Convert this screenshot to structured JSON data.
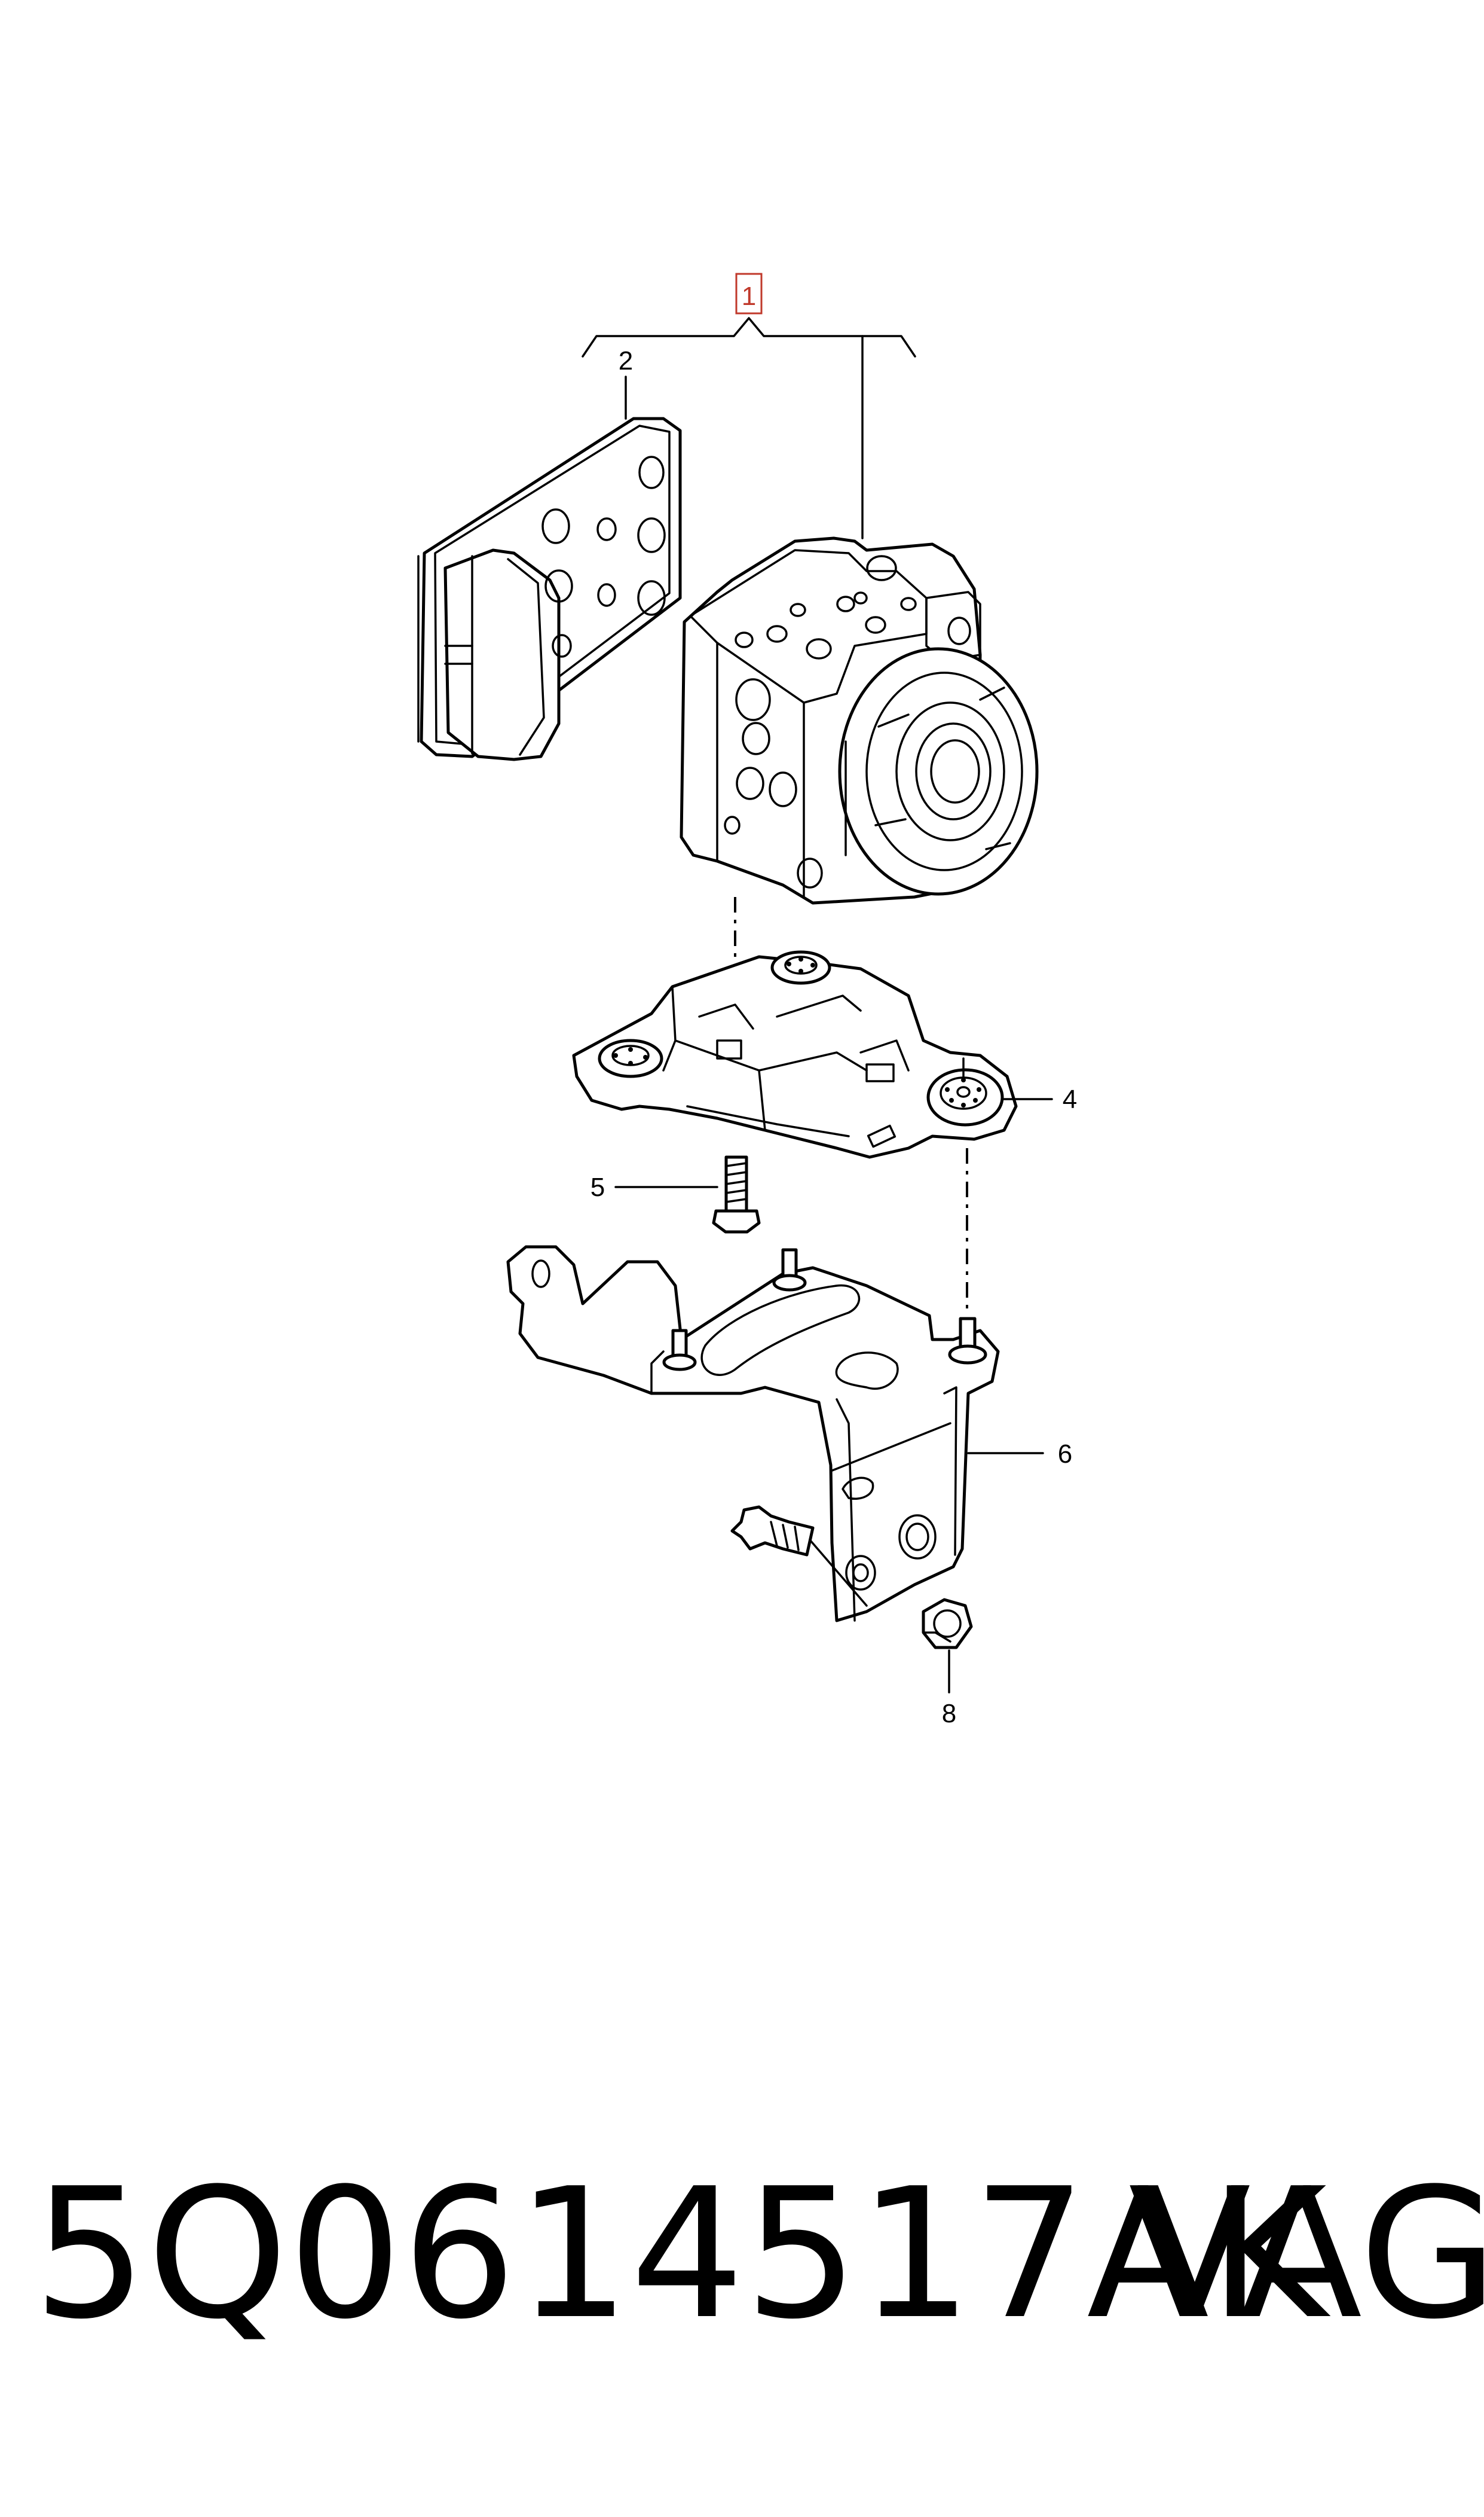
{
  "callouts": {
    "c1": "1",
    "c2": "2",
    "c4": "4",
    "c5": "5",
    "c6": "6",
    "c8": "8"
  },
  "footer": {
    "part_number": "5Q0614517AK",
    "brand": "VAG"
  },
  "colors": {
    "line": "#000000",
    "highlight": "#c0392b",
    "background": "#ffffff"
  }
}
